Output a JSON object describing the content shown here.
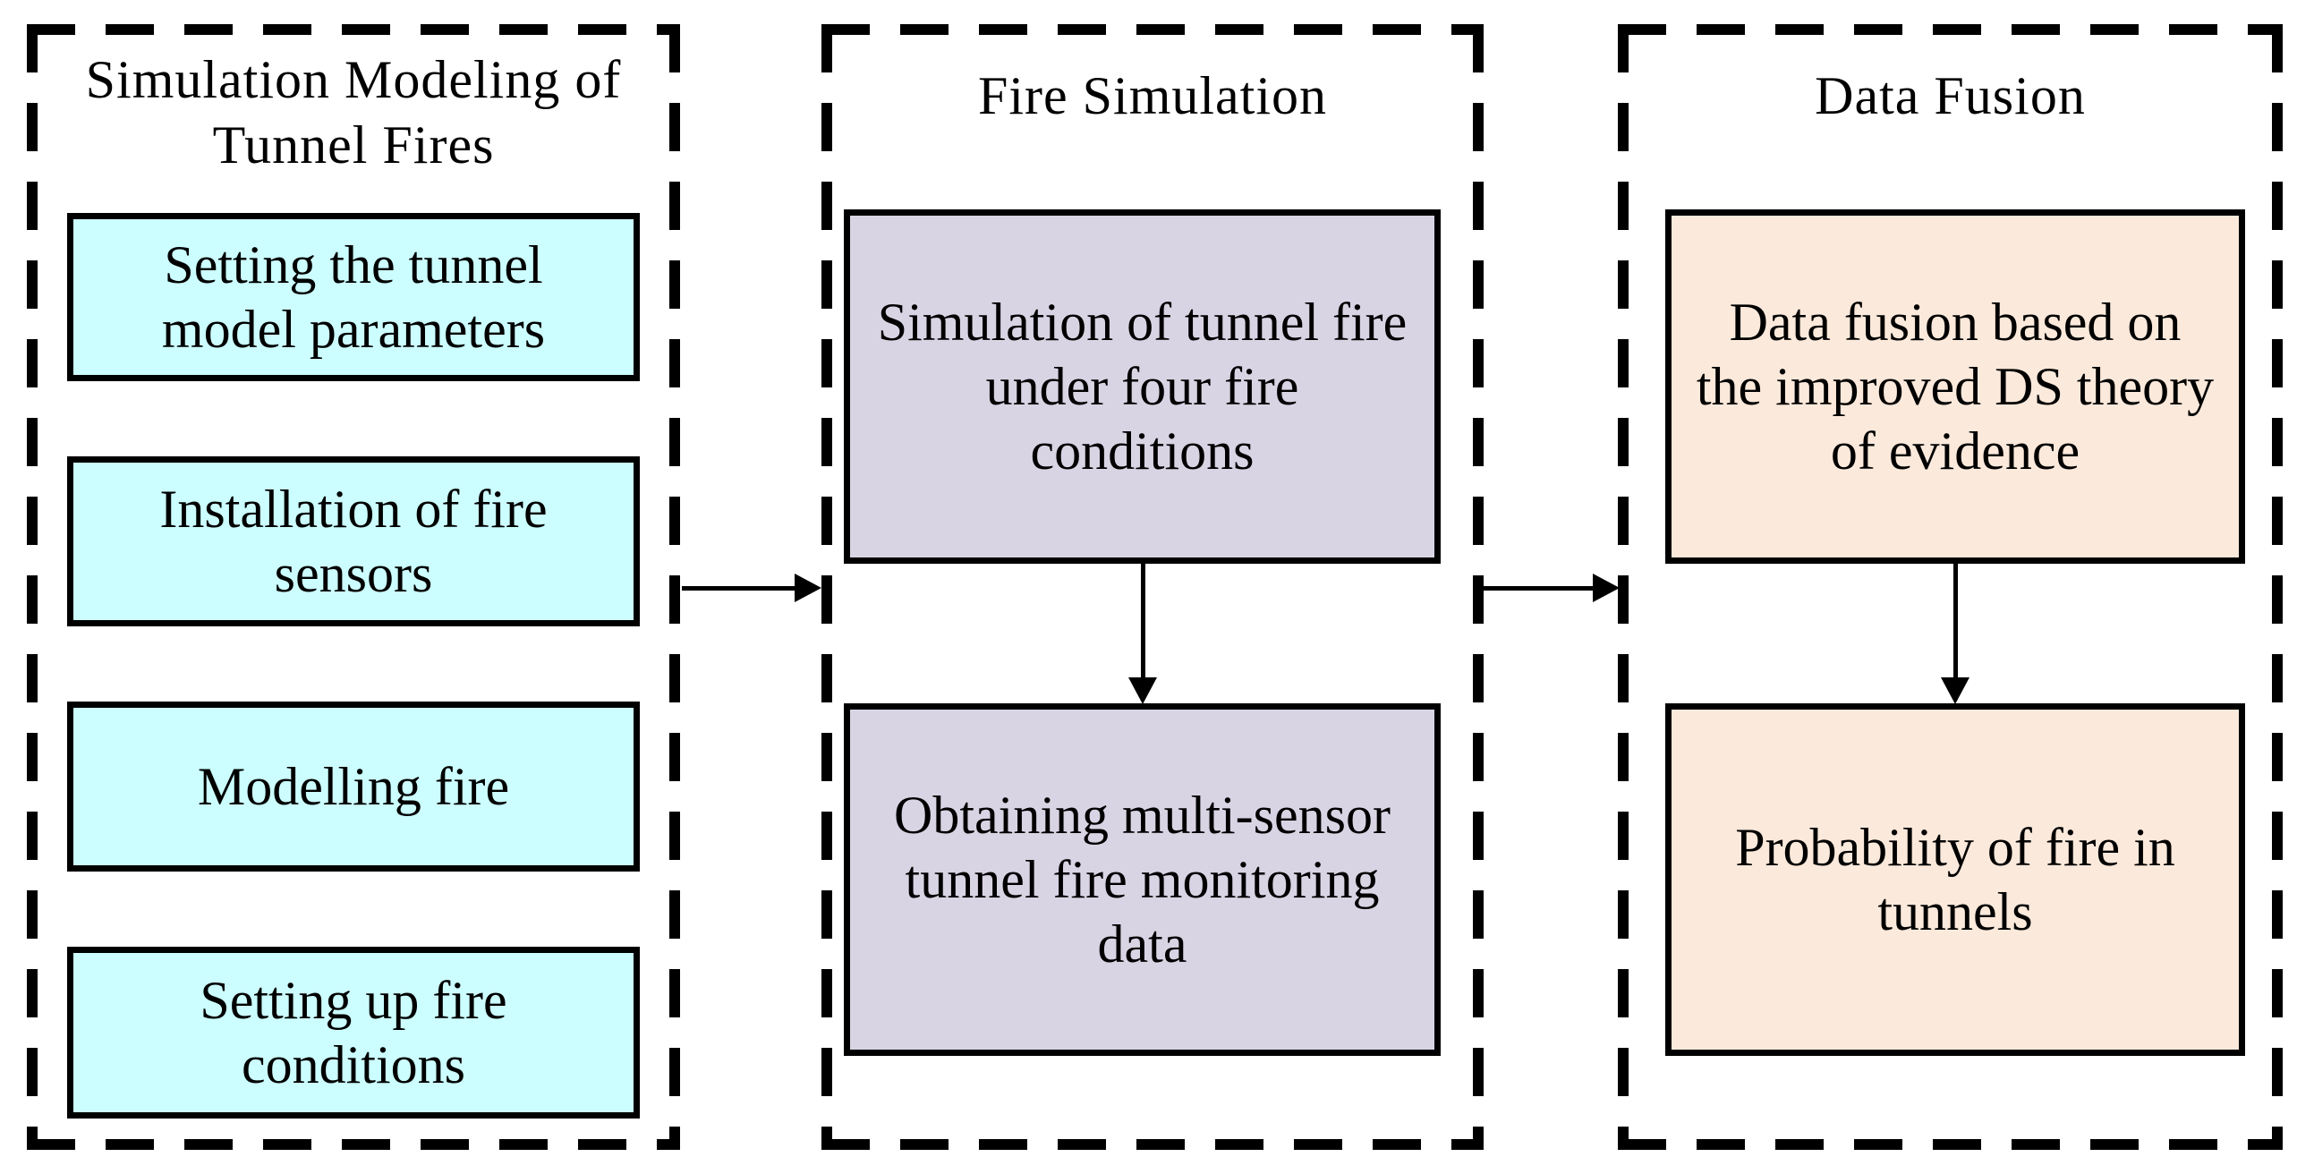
{
  "figure": {
    "columns": [
      {
        "title": "Simulation Modeling of Tunnel Fires",
        "box_fill": "#CCFEFF",
        "boxes": [
          {
            "label": "Setting the tunnel model parameters"
          },
          {
            "label": "Installation of fire sensors"
          },
          {
            "label": "Modelling fire"
          },
          {
            "label": "Setting up fire conditions"
          }
        ]
      },
      {
        "title": "Fire Simulation",
        "box_fill": "#D9D4E4",
        "boxes": [
          {
            "label": "Simulation of tunnel fire under four fire conditions"
          },
          {
            "label": "Obtaining multi-sensor tunnel fire monitoring data"
          }
        ]
      },
      {
        "title": "Data Fusion",
        "box_fill": "#FBE9DB",
        "boxes": [
          {
            "label": "Data fusion based on the improved DS theory of evidence"
          },
          {
            "label": "Probability of fire in tunnels"
          }
        ]
      }
    ]
  },
  "colors": {
    "background": "#FFFFFF",
    "line": "#000000",
    "cyan": "#CCFEFF",
    "lavender": "#D9D4E4",
    "peach": "#FBE9DB"
  }
}
